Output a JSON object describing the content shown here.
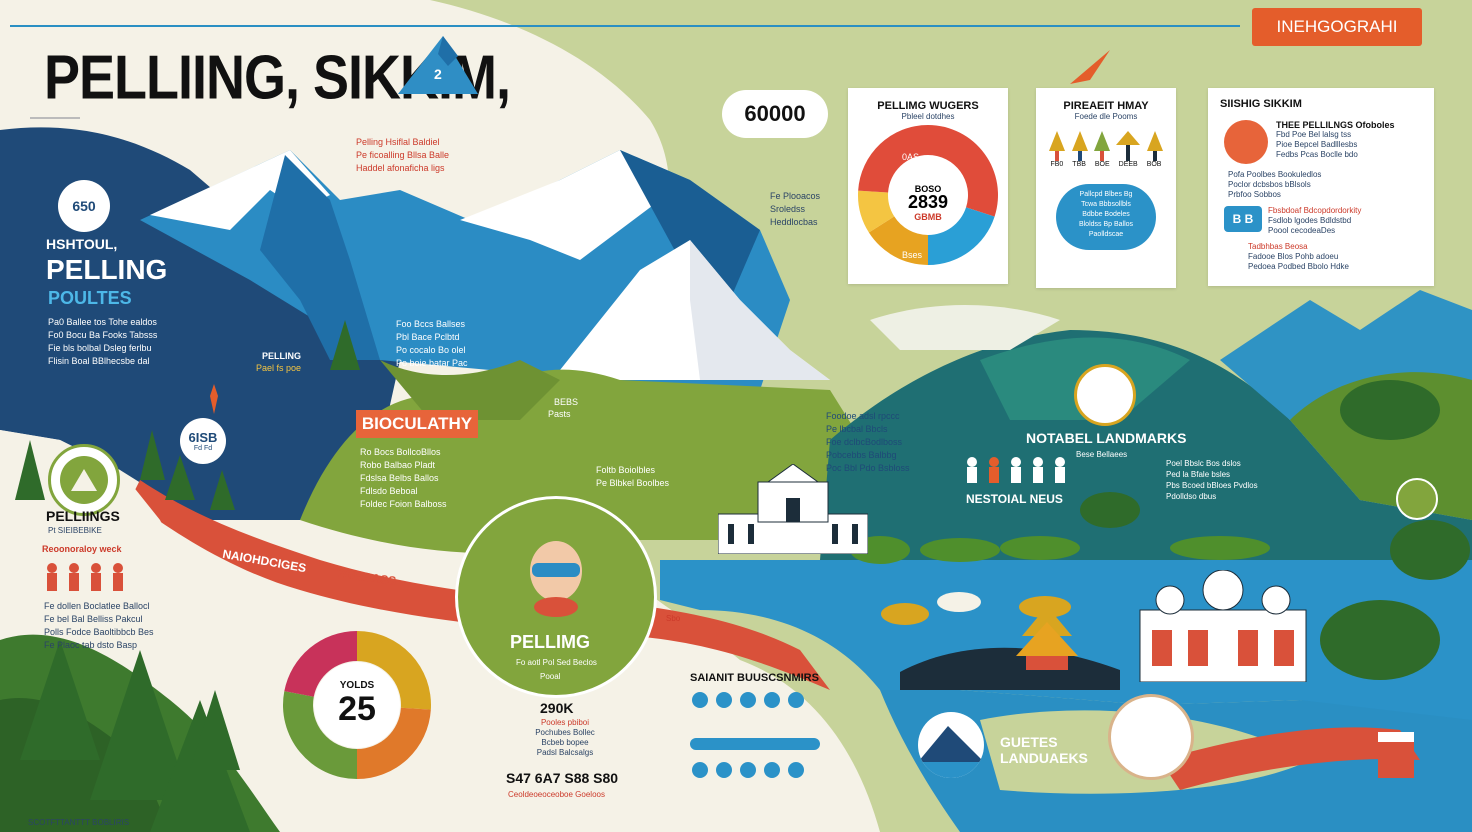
{
  "header": {
    "title": "PELLIING, SIKKIM,",
    "mountain_badge": "2",
    "tag": "INEHGOGRAHI",
    "top_stat": "60000"
  },
  "left_panel": {
    "badge": "650",
    "heading_small": "HSHTOUL,",
    "heading_main": "PELLING",
    "heading_sub": "POULTES",
    "lines": [
      "Pa0 Ballee tos Tohe ealdos",
      "Fo0 Bocu Ba Fooks Tabsss",
      "Fie bls bolbal Dsleg ferlbu",
      "Flisin Boal BBlhecsbe dal"
    ],
    "side_label_1": "PELLING",
    "side_label_2": "Pael fs poe",
    "stat_badge": "6ISB",
    "stat_badge_sub": "Fd Fd"
  },
  "red_note": [
    "Pelling Hsiflal Baldiel",
    "Pe ficoalling Bllsa Balle",
    "Haddel afonaficha ligs"
  ],
  "pellings_badge": {
    "title": "PELLIINGS",
    "sub": "Pt SIEIBEBIKE"
  },
  "population": {
    "label": "Reoonoraloy weck",
    "lines": [
      "Fe dollen Boclatlee Ballocl",
      "Fe bel Bal Belliss Pakcul",
      "Polls Fodce Baoltibbcb Bes",
      "Fe Plaoc tab dsto Basp"
    ]
  },
  "river_labels": {
    "l1": "NAIOHDCIGES",
    "l2": "PAIEBASS"
  },
  "center_left_notes": [
    "Foo Bccs Ballses",
    "Pbl Bace Pclbtd",
    "Po cocalo Bo olel",
    "Po boie batar Pac"
  ],
  "geography": {
    "ribbon": "BIOCULATHY",
    "lines": [
      "Ro Bocs BollcoBllos",
      "Robo Balbao Pladt",
      "Fdslsa Belbs Ballos",
      "Fdlsdo Beboal",
      "Foldec Foion Balboss"
    ],
    "side_1": "BEBS",
    "side_2": "Pasts",
    "notes": [
      "Foltb Boiolbles",
      "Pe Blbkel Boolbes"
    ]
  },
  "climate_notes": [
    "Foodoe adsl rpccc",
    "Pe lbcbal Bbcls",
    "Foe dclbcBodlboss",
    "Pobcebbs Balbbg",
    "Poc Bbl Pdo Bsbloss"
  ],
  "forest_notes": [
    "Fe Plooacos",
    "Sroledss",
    "Heddlocbas"
  ],
  "center_card": {
    "name": "PELLIMG",
    "sub": "Fo aotl Pol Sed Beclos",
    "small": "Pooal"
  },
  "donut_left": {
    "center_label": "YOLDS",
    "center_value": "25"
  },
  "center_stats": {
    "value": "290K",
    "lines": [
      "Pooles pbiboi",
      "Pochubes Bollec",
      "Bcbeb bopee",
      "Padsl Balcsalgs"
    ],
    "row": "S47 6A7 S88 S80",
    "row_sub": "Ceoldeoeoceoboe Goeloos"
  },
  "donut_card": {
    "title": "PELLIMG WUGERS",
    "sub": "Pbleel dotdhes",
    "center_value": "2839",
    "center_label_top": "BOSO",
    "center_label_bottom": "GBMB",
    "ring_label_1": "0AS",
    "ring_label_2": "Bses"
  },
  "chart_data": [
    {
      "type": "pie",
      "title": "PELLIMG WUGERS",
      "categories": [
        "",
        "",
        "",
        "",
        ""
      ],
      "values": [
        30,
        20,
        16,
        10,
        24
      ],
      "colors": [
        "#e04c3a",
        "#2a9fd6",
        "#e7a321",
        "#f4c542",
        "#e04c3a"
      ]
    },
    {
      "type": "pie",
      "title": "",
      "categories": [
        "",
        "",
        "",
        ""
      ],
      "values": [
        26,
        24,
        28,
        22
      ],
      "colors": [
        "#d8a520",
        "#e0792a",
        "#6a9a3a",
        "#c8325a"
      ]
    }
  ],
  "festival_card": {
    "title": "PIREAEIT HMAY",
    "sub": "Foede dle Pooms",
    "icon_labels": [
      "FB0",
      "TBB",
      "BOE",
      "DEEB",
      "BOB"
    ],
    "bubble_lines": [
      "Pallcpd Blbes Bg",
      "Tcwa Bbbsollbls",
      "Bdbbe Bodeles",
      "Bloldss Bp Ballos",
      "Paolldscae"
    ]
  },
  "sikkim_card": {
    "title": "SIISHIG SIKKIM",
    "subtitle": "THEE PELLILNGS Ofoboles",
    "lines_1": [
      "Fbd Poe Bel lalsg tss",
      "Pioe Bepcel Badlllesbs",
      "Fedbs Pcas Boclle bdo"
    ],
    "lines_2": [
      "Pofa Poolbes Bookuledlos",
      "Poclor dcbsbos bBlsols",
      "Prbfoo Sobbos"
    ],
    "tag": "B B",
    "lines_3": [
      "Fbsbdoaf Bdcopdordorkity",
      "Fsdlob lgodes Bdldstbd",
      "Poool cecodeaDes"
    ],
    "lines_4": [
      "Tadbhbas Beosa",
      "Fadooe Blos Pohb adoeu",
      "Pedoea Podbed Bbolo Hdke"
    ]
  },
  "landmarks": {
    "title": "NOTABEL LANDMARKS",
    "sub": "Bese Bellaees",
    "people_label": "NESTOIAL NEUS",
    "lines": [
      "Poel Bbslc Bos dslos",
      "Ped la Bfale bsles",
      "Pbs Bcoed bBloes Pvdlos",
      "Pdolldso dbus"
    ]
  },
  "bottom_right": {
    "title_1": "GUETES",
    "title_2": "LANDUAEKS",
    "route_label": "Sbo"
  },
  "salient": {
    "title": "SAIANIT BUUSCSNMIRS"
  },
  "footer": {
    "text": "SCOTFTTANTTT BOBLIRIS"
  }
}
